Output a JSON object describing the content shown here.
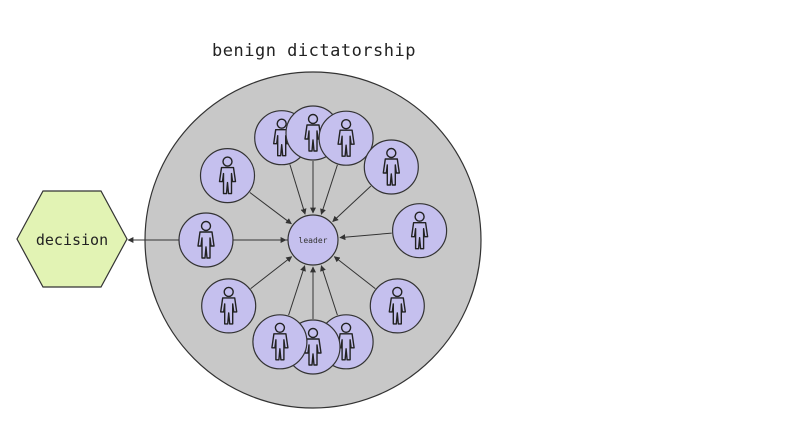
{
  "title": "benign dictatorship",
  "decision_label": "decision",
  "leader_label": "leader",
  "member_count": 12,
  "colors": {
    "group_fill": "#c8c8c8",
    "member_fill": "#c5c0ee",
    "decision_fill": "#e2f3b4",
    "outline": "#333333"
  }
}
